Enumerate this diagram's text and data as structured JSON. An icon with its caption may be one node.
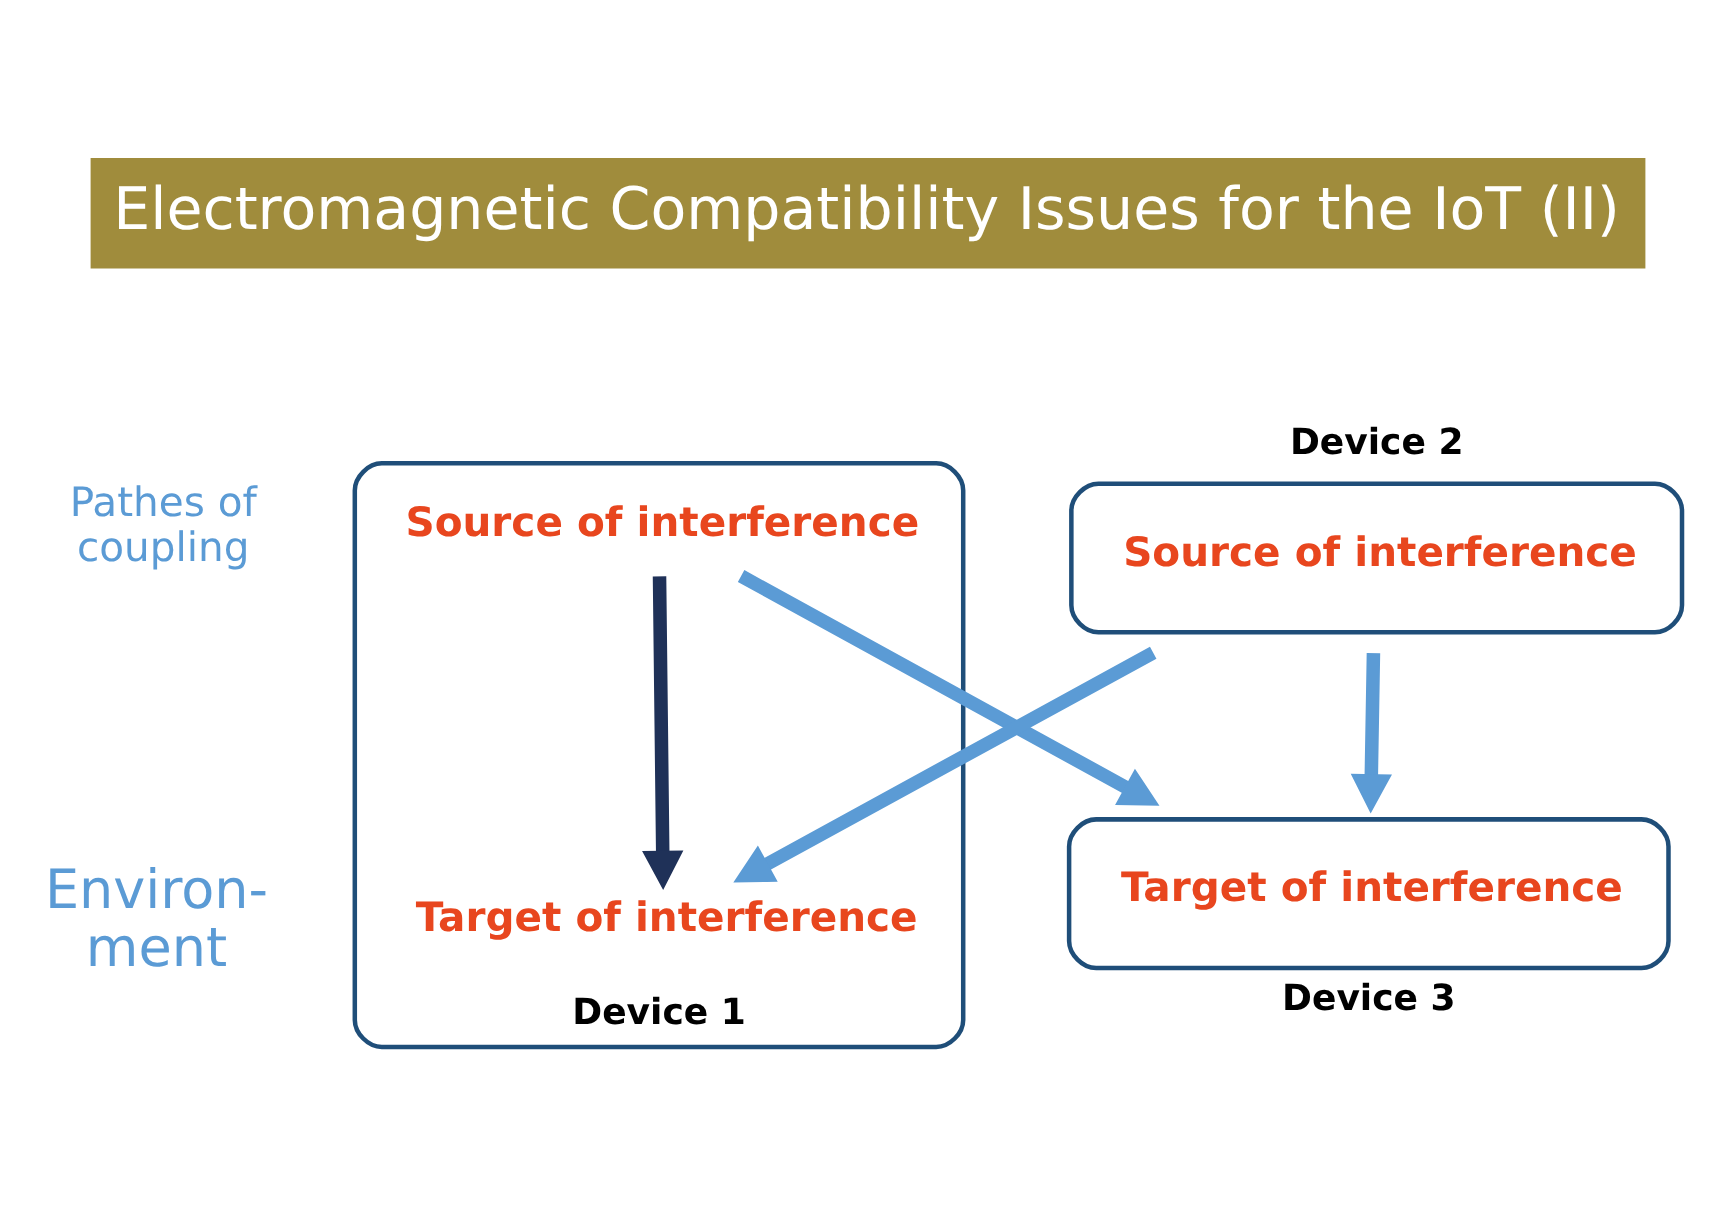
{
  "diagram": {
    "title": "Electromagnetic Compatibility Issues for the IoT (II)",
    "nodes": [
      {
        "text": [],
        "shape": "box",
        "beside": [
          "Device 1"
        ]
      },
      {
        "text": [
          "Source of interference"
        ],
        "in": 0
      },
      {
        "text": [
          "Target of interference"
        ],
        "in": 0
      },
      {
        "text": [
          "Source of interference"
        ],
        "beside": [
          "Device 2"
        ]
      },
      {
        "text": [
          "Target of interference"
        ],
        "beside": [
          "Device 3"
        ]
      }
    ],
    "edges": [
      {
        "from": 1,
        "to": 2,
        "arrow": "to",
        "color": "#1f3158"
      },
      {
        "from": 3,
        "to": 4,
        "arrow": "to"
      },
      {
        "from": 1,
        "to": 4,
        "arrow": "to"
      },
      {
        "from": 3,
        "to": 2,
        "arrow": "to"
      }
    ],
    "labels": [
      "Pathes of coupling",
      "Environ- ment"
    ]
  }
}
